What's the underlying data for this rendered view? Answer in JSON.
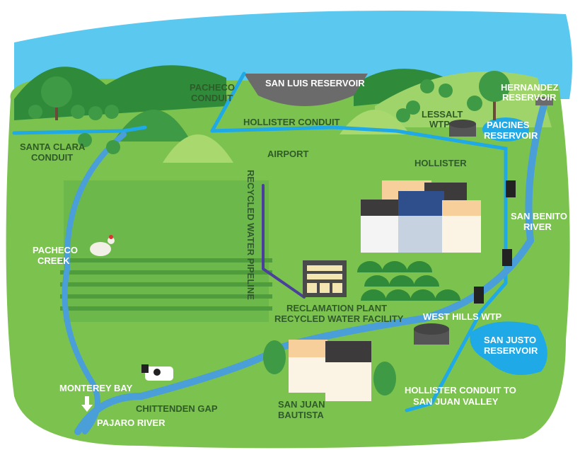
{
  "colors": {
    "sky": "#5bc8f0",
    "grass": "#7cc24f",
    "field": "#5fae45",
    "hill": "#2f8a3a",
    "water": "#1fa9e6",
    "river": "#4a9fd8",
    "label": "#2f5a2a",
    "pipeline": "#4a3f9a"
  },
  "labels": {
    "san_luis_reservoir": "SAN LUIS RESERVOIR",
    "pacheco_conduit": [
      "PACHECO",
      "CONDUIT"
    ],
    "hollister_conduit": "HOLLISTER CONDUIT",
    "hernandez_reservoir": [
      "HERNANDEZ",
      "RESERVOIR"
    ],
    "lessalt_wtp": [
      "LESSALT",
      "WTP"
    ],
    "paicines_reservoir": [
      "PAICINES",
      "RESERVOIR"
    ],
    "santa_clara_conduit": [
      "SANTA CLARA",
      "CONDUIT"
    ],
    "airport": "AIRPORT",
    "hollister": "HOLLISTER",
    "recycled_water_pipeline": "RECYCLED WATER PIPELINE",
    "san_benito_river": [
      "SAN BENITO",
      "RIVER"
    ],
    "pacheco_creek": [
      "PACHECO",
      "CREEK"
    ],
    "reclamation_plant": [
      "RECLAMATION PLANT",
      "RECYCLED WATER FACILITY"
    ],
    "west_hills_wtp": "WEST HILLS WTP",
    "san_justo_reservoir": [
      "SAN JUSTO",
      "RESERVOIR"
    ],
    "hollister_conduit_sjv": [
      "HOLLISTER CONDUIT TO",
      "SAN JUAN VALLEY"
    ],
    "monterey_bay": "MONTEREY BAY",
    "pajaro_river": "PAJARO RIVER",
    "chittenden_gap": "CHITTENDEN GAP",
    "san_juan_bautista": [
      "SAN JUAN",
      "BAUTISTA"
    ]
  }
}
